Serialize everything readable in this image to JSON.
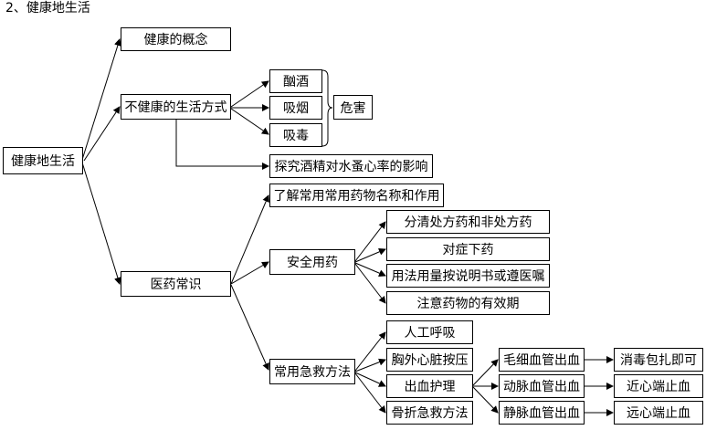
{
  "title": "2、健康地生活",
  "root": "健康地生活",
  "n1": "健康的概念",
  "n2": "不健康的生活方式",
  "n2a": "酗酒",
  "n2b": "吸烟",
  "n2c": "吸毒",
  "n2d": "危害",
  "n2e": "探究酒精对水蚤心率的影响",
  "n3": "医药常识",
  "n3a": "了解常用常用药物名称和作用",
  "n3b": "安全用药",
  "n3b1": "分清处方药和非处方药",
  "n3b2": "对症下药",
  "n3b3": "用法用量按说明书或遵医嘱",
  "n3b4": "注意药物的有效期",
  "n3c": "常用急救方法",
  "n3c1": "人工呼吸",
  "n3c2": "胸外心脏按压",
  "n3c3": "出血护理",
  "n3c4": "骨折急救方法",
  "bleed1": "毛细血管出血",
  "bleed2": "动脉血管出血",
  "bleed3": "静脉血管出血",
  "treat1": "消毒包扎即可",
  "treat2": "近心端止血",
  "treat3": "远心端止血"
}
